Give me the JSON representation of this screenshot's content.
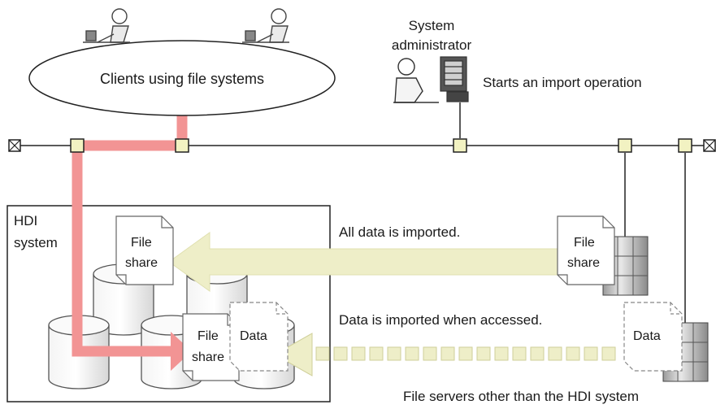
{
  "clients_label": "Clients using file systems",
  "admin": {
    "title_line1": "System",
    "title_line2": "administrator",
    "action": "Starts an import operation"
  },
  "hdi": {
    "label_line1": "HDI",
    "label_line2": "system",
    "file_share_top": [
      "File",
      "share"
    ],
    "file_share_bottom": [
      "File",
      "share"
    ],
    "data_doc": "Data"
  },
  "file_servers": {
    "file_share": [
      "File",
      "share"
    ],
    "data_doc": "Data",
    "caption": "File servers other than the HDI system"
  },
  "flows": {
    "all_imported": "All data is imported.",
    "on_access": "Data is imported when accessed."
  },
  "colors": {
    "client_path": "#f29494",
    "import_arrow": "#eeeec8",
    "node": "#f2f2c2",
    "line": "#222222"
  }
}
